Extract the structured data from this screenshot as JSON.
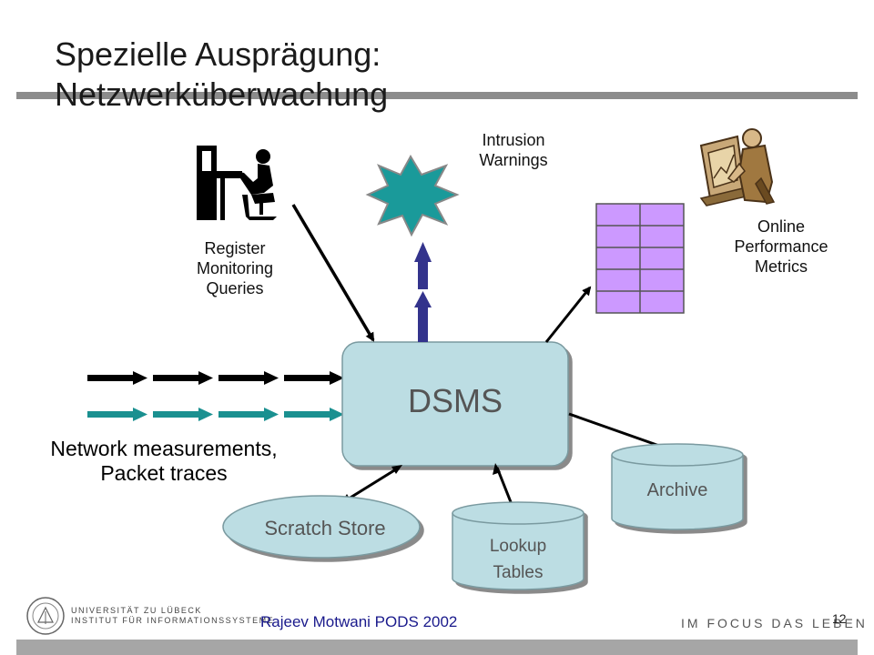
{
  "slide": {
    "title_line1": "Spezielle Ausprägung:",
    "title_line2": "Netzwerküberwachung",
    "page_number": "12",
    "author": "Rajeev Motwani PODS 2002",
    "motto": "IM FOCUS DAS LEBEN",
    "university_line1": "UNIVERSITÄT ZU LÜBECK",
    "university_line2": "INSTITUT FÜR INFORMATIONSSYSTEME"
  },
  "diagram": {
    "center": "DSMS",
    "register_line1": "Register",
    "register_line2": "Monitoring",
    "register_line3": "Queries",
    "intrusion_line1": "Intrusion",
    "intrusion_line2": "Warnings",
    "online_line1": "Online",
    "online_line2": "Performance",
    "online_line3": "Metrics",
    "network_line1": "Network measurements,",
    "network_line2": "Packet traces",
    "scratch": "Scratch Store",
    "lookup_line1": "Lookup",
    "lookup_line2": "Tables",
    "archive": "Archive"
  },
  "colors": {
    "dsms_fill": "#bcdde3",
    "teal_arrow": "#1a9090",
    "blue_arrow": "#33338c",
    "metrics_fill": "#cc99ff",
    "starburst": "#1a9a9a",
    "rule": "#8c8c8c"
  }
}
